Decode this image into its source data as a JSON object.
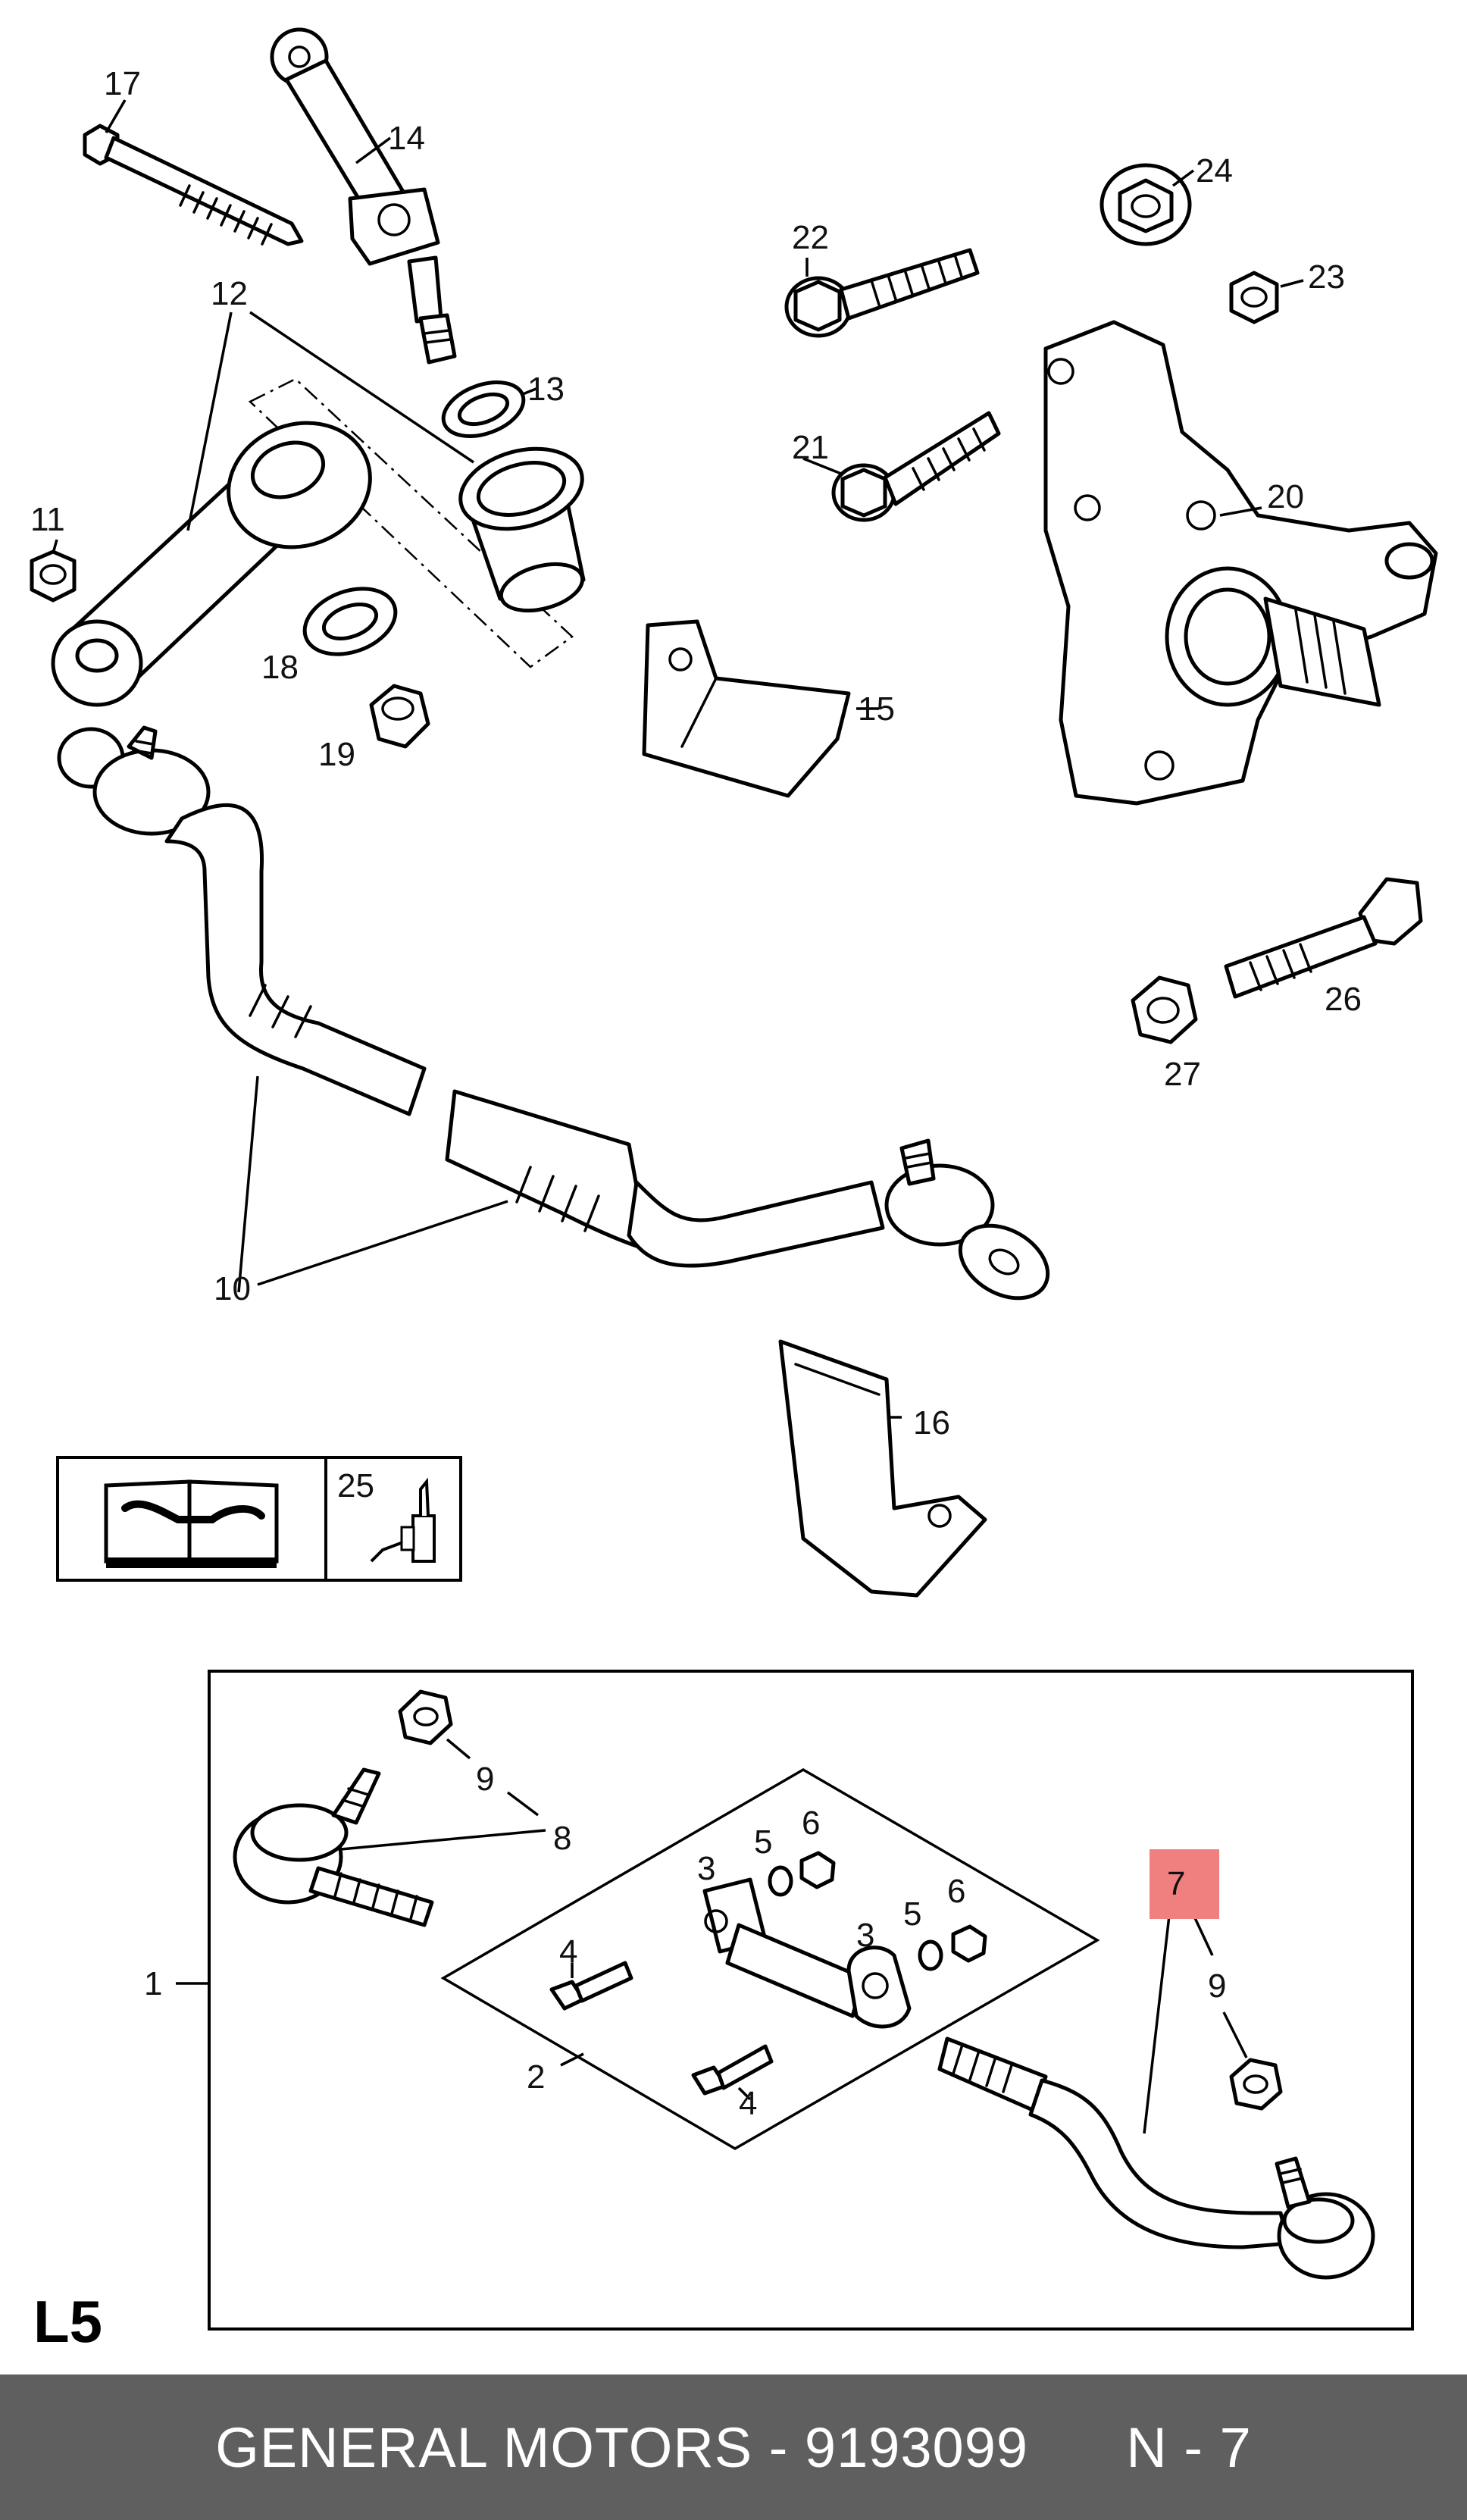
{
  "labels": {
    "p1": "1",
    "p2": "2",
    "p3a": "3",
    "p3b": "3",
    "p4a": "4",
    "p4b": "4",
    "p5a": "5",
    "p5b": "5",
    "p6a": "6",
    "p6b": "6",
    "p7": "7",
    "p8": "8",
    "p9a": "9",
    "p9b": "9",
    "p10": "10",
    "p11": "11",
    "p12": "12",
    "p13": "13",
    "p14": "14",
    "p15": "15",
    "p16": "16",
    "p17": "17",
    "p18": "18",
    "p19": "19",
    "p20": "20",
    "p21": "21",
    "p22": "22",
    "p23": "23",
    "p24": "24",
    "p25": "25",
    "p26": "26",
    "p27": "27"
  },
  "page_code": "L5",
  "highlight": {
    "part": "7",
    "color": "#f08080"
  },
  "footer": {
    "brand": "GENERAL MOTORS",
    "separator": " - ",
    "part_number": "9193099",
    "position": "N - 7"
  },
  "colors": {
    "footer_bg": "#5f5f5f",
    "footer_text": "#ffffff",
    "line": "#000000"
  }
}
